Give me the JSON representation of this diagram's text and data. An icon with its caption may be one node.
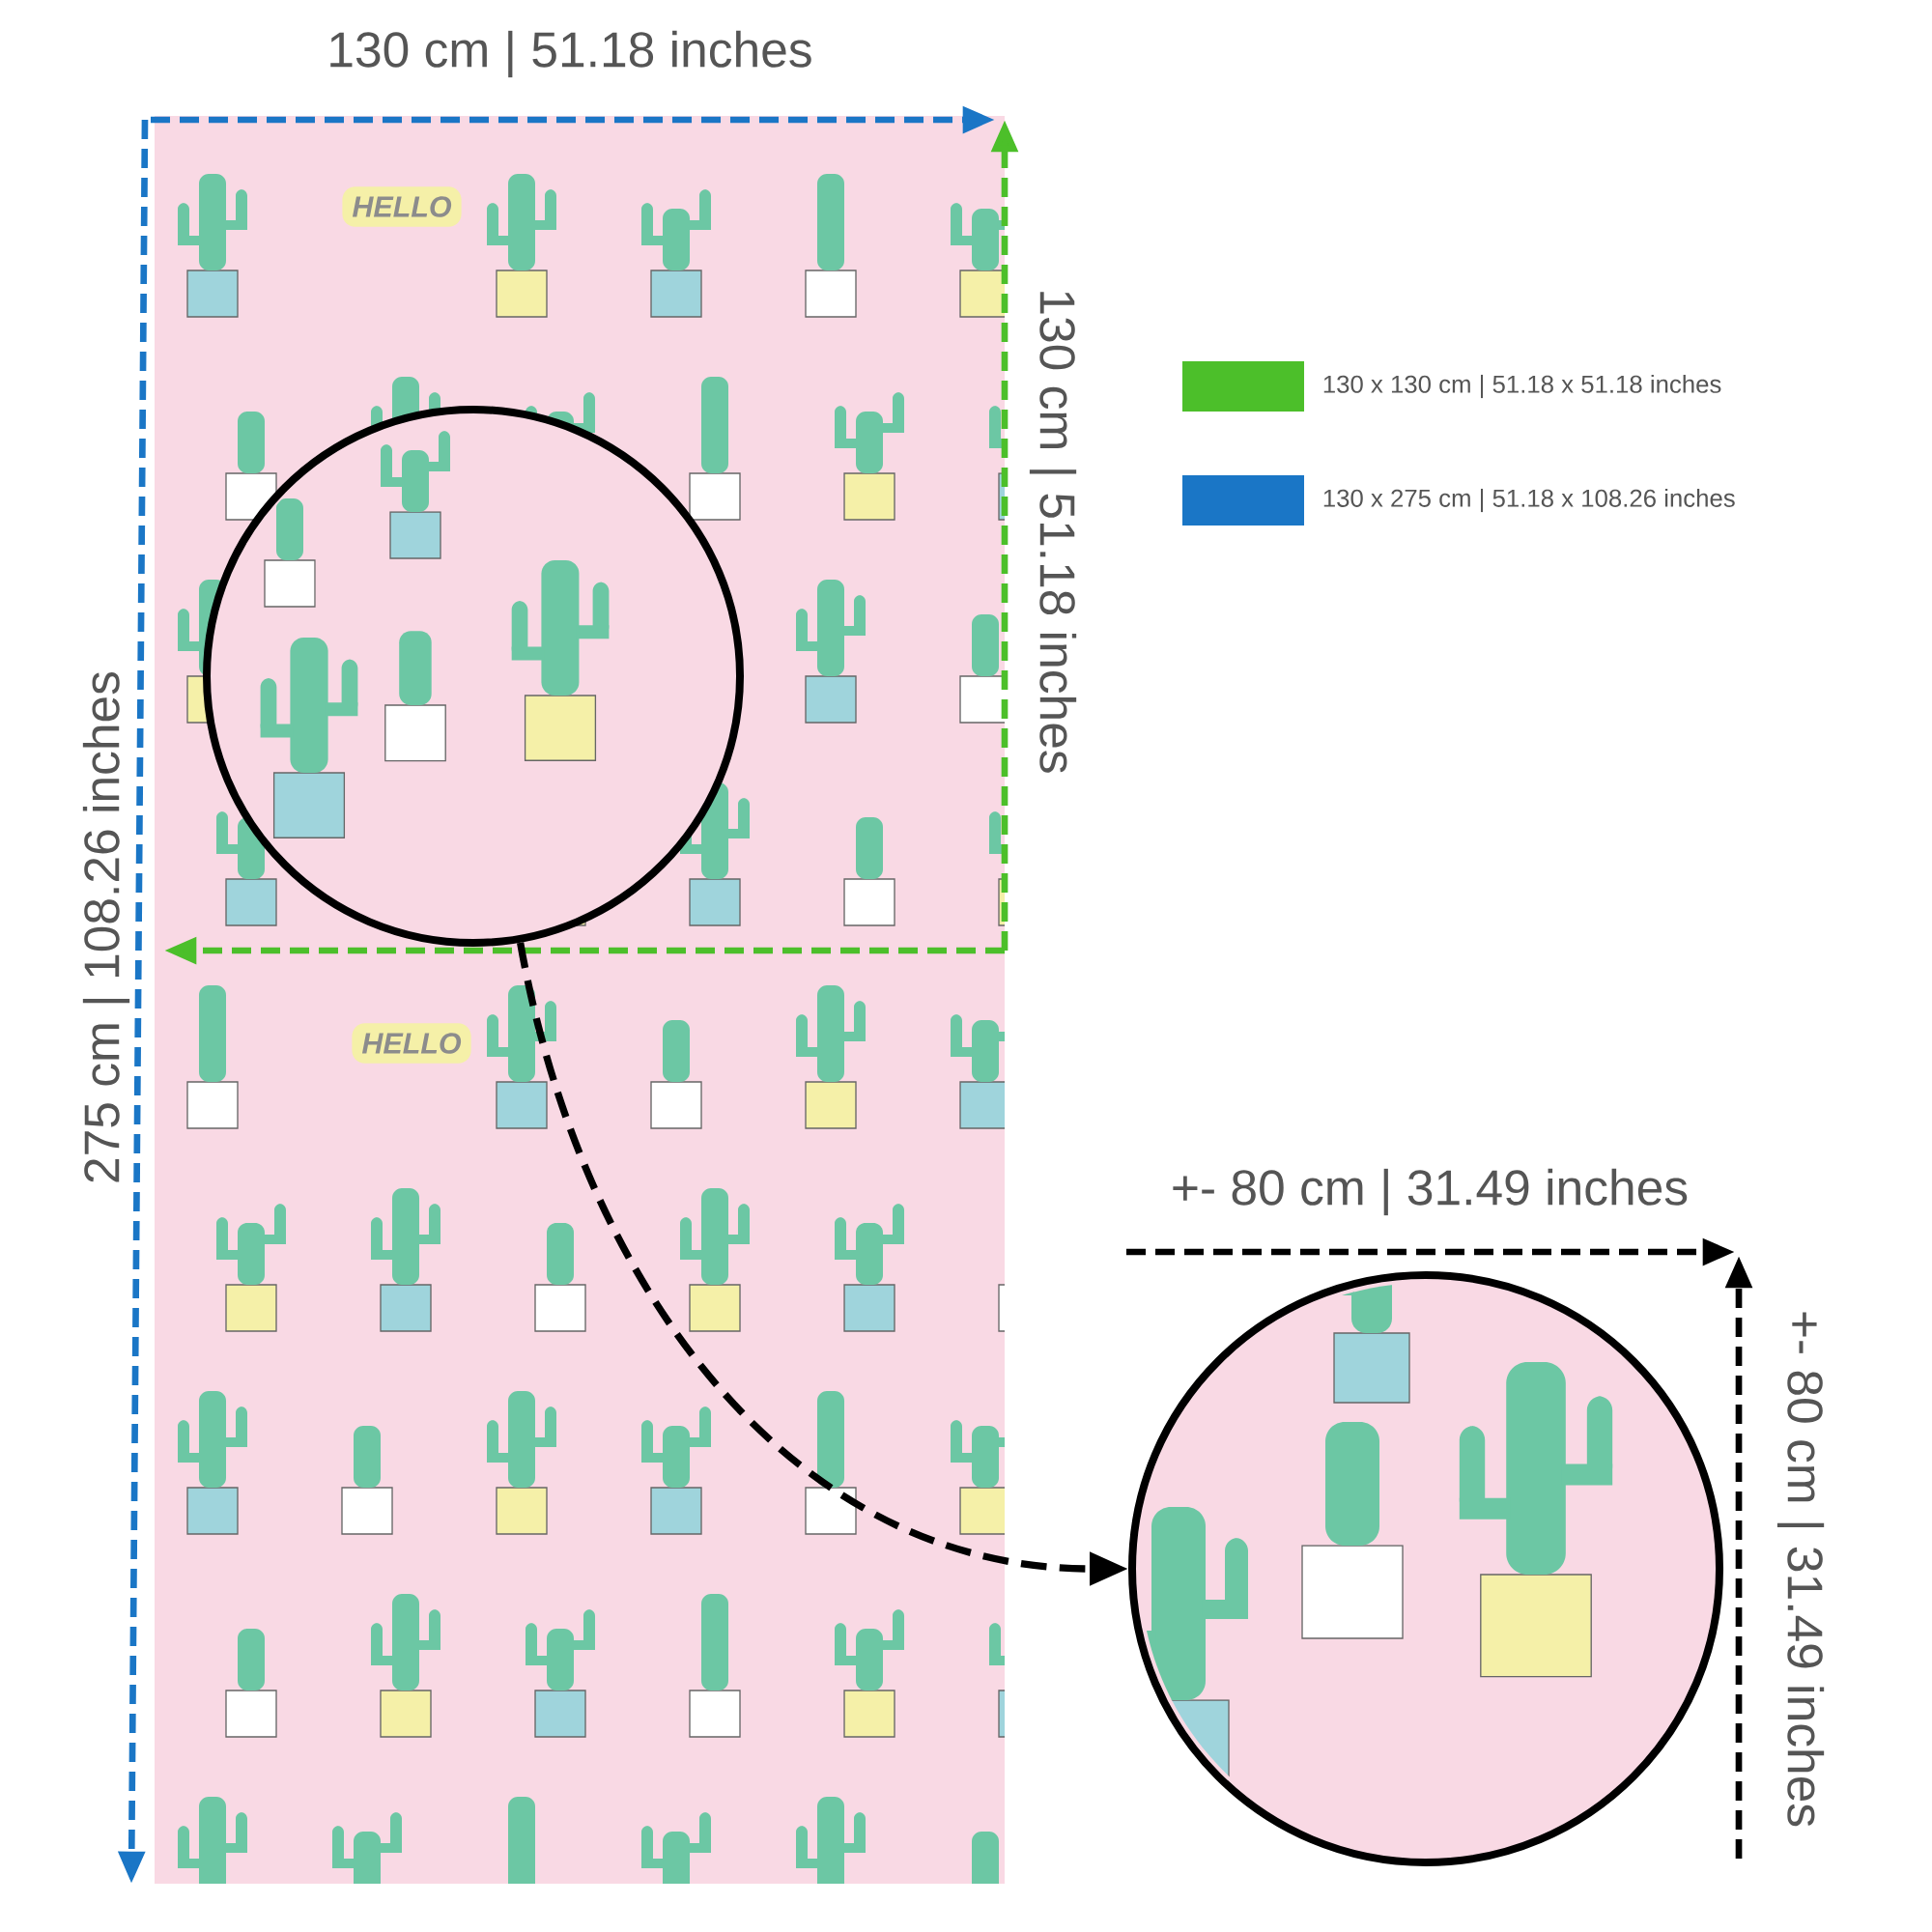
{
  "diagram": {
    "nodes": [
      {
        "text": [],
        "shape": "circle"
      },
      {
        "text": [],
        "shape": "circle"
      }
    ],
    "edges": [
      {
        "from": 0,
        "to": 1,
        "arrow": "to",
        "style": "dashed"
      }
    ],
    "labels": [
      "130 cm | 51.18 inches",
      "130 cm | 51.18 inches",
      "275 cm | 108.26 inches",
      "+- 80 cm | 31.49 inches",
      "+- 80 cm | 31.49 inches",
      "HELLO",
      "HELLO"
    ],
    "legend": [
      {
        "text": "130 x 130 cm | 51.18 x 51.18 inches",
        "color": "#4cbf2a"
      },
      {
        "text": "130 x 275 cm | 51.18 x 108.26 inches",
        "color": "#1a76c6"
      }
    ]
  }
}
